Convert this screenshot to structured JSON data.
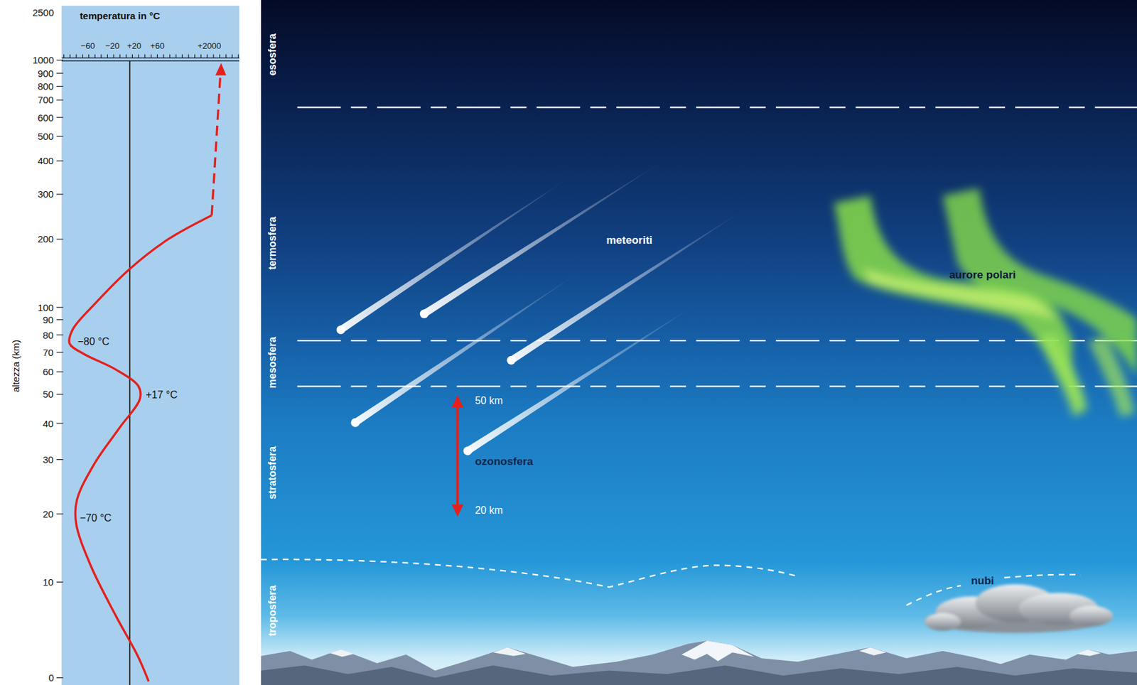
{
  "diagram": {
    "nodes": [
      {
        "text": [
          "esosfera"
        ]
      },
      {
        "text": [
          "termosfera"
        ]
      },
      {
        "text": [
          "mesosfera"
        ]
      },
      {
        "text": [
          "stratosfera"
        ]
      },
      {
        "text": [
          "troposfera"
        ]
      }
    ],
    "labels": [
      "2500",
      "temperatura in °C",
      "−60",
      "−20",
      "+20",
      "+60",
      "+2000",
      "1000",
      "900",
      "800",
      "700",
      "600",
      "500",
      "400",
      "300",
      "200",
      "100",
      "90",
      "80",
      "70",
      "60",
      "50",
      "40",
      "30",
      "20",
      "10",
      "0",
      "altezza (km)",
      "−80 °C",
      "+17 °C",
      "−70 °C",
      "meteoriti",
      "aurore polari",
      "50 km",
      "ozonosfera",
      "20 km",
      "nubi"
    ]
  }
}
